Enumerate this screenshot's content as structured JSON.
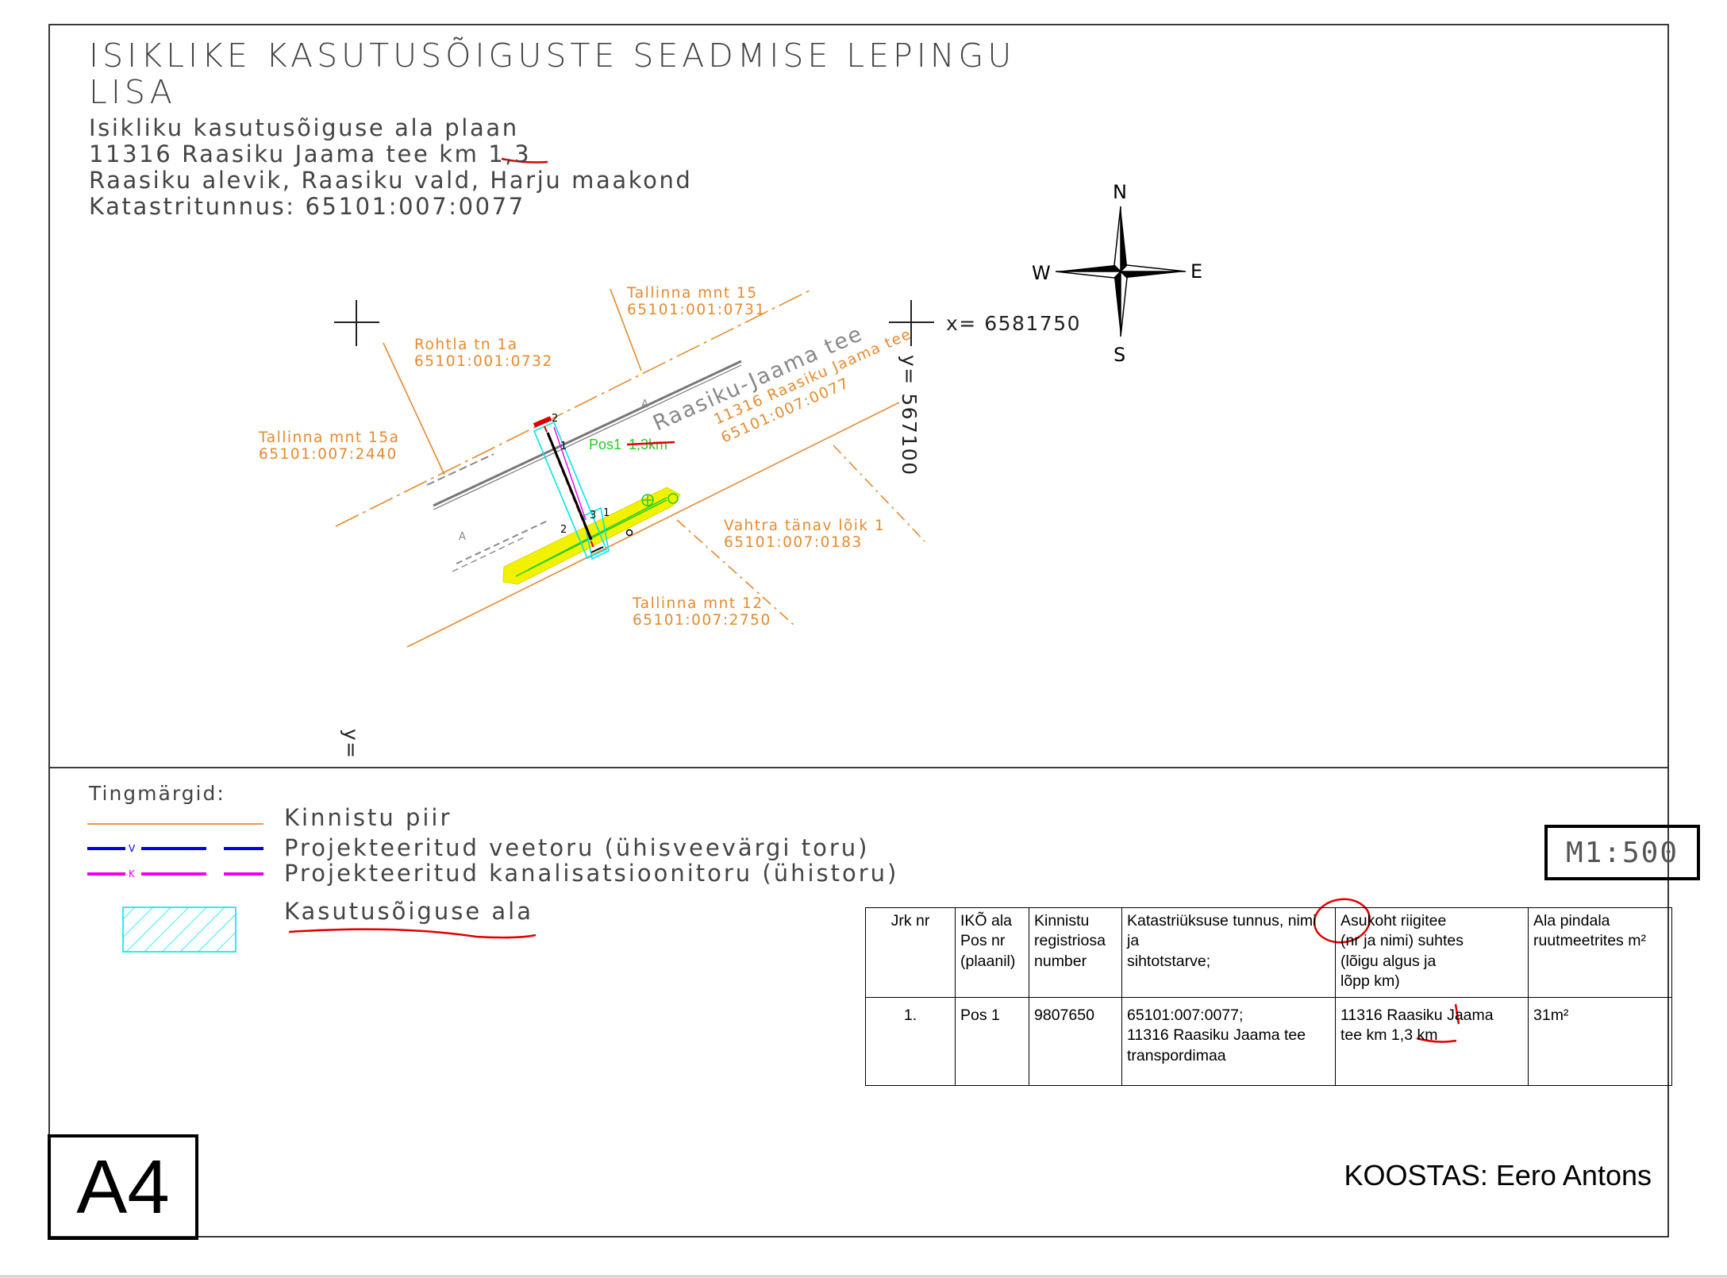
{
  "header": {
    "title_line1": "ISIKLIKE KASUTUSÕIGUSTE SEADMISE LEPINGU",
    "title_line2": "LISA",
    "subtitle": "Isikliku kasutusõiguse ala plaan",
    "road": "11316 Raasiku Jaama tee km 1,3",
    "location": "Raasiku alevik, Raasiku vald, Harju maakond",
    "cadastral_id": "Katastritunnus: 65101:007:0077"
  },
  "map": {
    "compass": {
      "north": "N",
      "south": "S",
      "east": "E",
      "west": "W"
    },
    "coord_x": "x= 6581750",
    "coord_y": "y= 567100",
    "coord_y_bottom": "y=",
    "parcels": [
      {
        "name": "Tallinna mnt 15",
        "id": "65101:001:0731"
      },
      {
        "name": "Rohtla tn 1a",
        "id": "65101:001:0732"
      },
      {
        "name": "Tallinna mnt 15a",
        "id": "65101:007:2440"
      },
      {
        "name": "Vahtra tänav lõik 1",
        "id": "65101:007:0183"
      },
      {
        "name": "Tallinna mnt 12",
        "id": "65101:007:2750"
      }
    ],
    "road_name": "Raasiku-Jaama tee",
    "road_parcel_name": "11316 Raasiku Jaama tee",
    "road_parcel_id": "65101:007:0077",
    "pos_label": "Pos1",
    "pos_km": "1,3km",
    "point_labels": [
      "1",
      "2",
      "3",
      "1",
      "2"
    ],
    "road_marker": "A",
    "pipe_v": "V",
    "pipe_k": "K"
  },
  "legend": {
    "heading": "Tingmärgid:",
    "items": [
      "Kinnistu piir",
      "Projekteeritud veetoru (ühisveevärgi toru)",
      "Projekteeritud kanalisatsioonitoru (ühistoru)",
      "Kasutusõiguse ala"
    ]
  },
  "scale": "M1:500",
  "table": {
    "headers": [
      "Jrk nr",
      "IKÕ ala\nPos nr\n(plaanil)",
      "Kinnistu\nregistriosa\nnumber",
      "Katastriüksuse tunnus, nimi ja\nsihtotstarve;",
      "Asukoht  riigitee\n(nr ja nimi) suhtes\n(lõigu algus ja\nlõpp km)",
      "Ala pindala\nruutmeetrites m²"
    ],
    "rows": [
      [
        "1.",
        "Pos 1",
        "9807650",
        "65101:007:0077;\n11316 Raasiku Jaama tee\ntranspordimaa",
        "11316 Raasiku Jaama\ntee  km  1,3 km",
        "31m²"
      ]
    ]
  },
  "sheet_size": "A4",
  "author": "KOOSTAS: Eero Antons",
  "colors": {
    "boundary": "#e58a2e",
    "water_pipe": "#0000dd",
    "sewer_pipe": "#ee00ee",
    "usage_area": "#00e5ee",
    "annotation": "#e00000",
    "highlight": "#f2f200",
    "label_green": "#22cc22"
  }
}
